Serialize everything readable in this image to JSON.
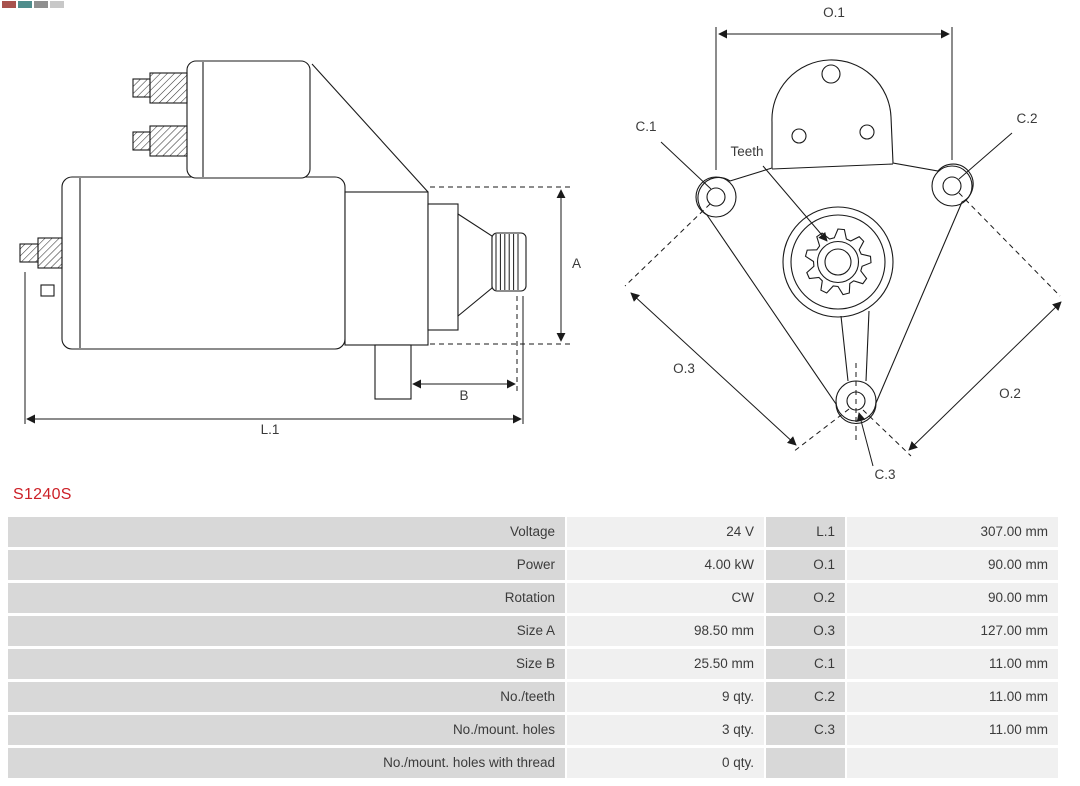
{
  "part_number": "S1240S",
  "brand_mark_colors": [
    "#a8524d",
    "#4f8d8c",
    "#8f8f8f",
    "#c8c8c8"
  ],
  "colors": {
    "part_number": "#cc2027",
    "cell_label_bg": "#d8d8d8",
    "cell_value_bg": "#f0f0f0",
    "table_text": "#3b3b3b",
    "line": "#1a1a1a"
  },
  "diagram": {
    "side_view": {
      "dim_a": "A",
      "dim_b": "B",
      "dim_l1": "L.1"
    },
    "front_view": {
      "dim_o1": "O.1",
      "dim_o2": "O.2",
      "dim_o3": "O.3",
      "dim_c1": "C.1",
      "dim_c2": "C.2",
      "dim_c3": "C.3",
      "teeth_label": "Teeth"
    }
  },
  "spec_table": {
    "rows": [
      {
        "label": "Voltage",
        "value": "24 V",
        "dim_label": "L.1",
        "dim_value": "307.00 mm"
      },
      {
        "label": "Power",
        "value": "4.00 kW",
        "dim_label": "O.1",
        "dim_value": "90.00 mm"
      },
      {
        "label": "Rotation",
        "value": "CW",
        "dim_label": "O.2",
        "dim_value": "90.00 mm"
      },
      {
        "label": "Size A",
        "value": "98.50 mm",
        "dim_label": "O.3",
        "dim_value": "127.00 mm"
      },
      {
        "label": "Size B",
        "value": "25.50 mm",
        "dim_label": "C.1",
        "dim_value": "11.00 mm"
      },
      {
        "label": "No./teeth",
        "value": "9 qty.",
        "dim_label": "C.2",
        "dim_value": "11.00 mm"
      },
      {
        "label": "No./mount. holes",
        "value": "3 qty.",
        "dim_label": "C.3",
        "dim_value": "11.00 mm"
      },
      {
        "label": "No./mount. holes with thread",
        "value": "0 qty.",
        "dim_label": "",
        "dim_value": ""
      }
    ]
  }
}
